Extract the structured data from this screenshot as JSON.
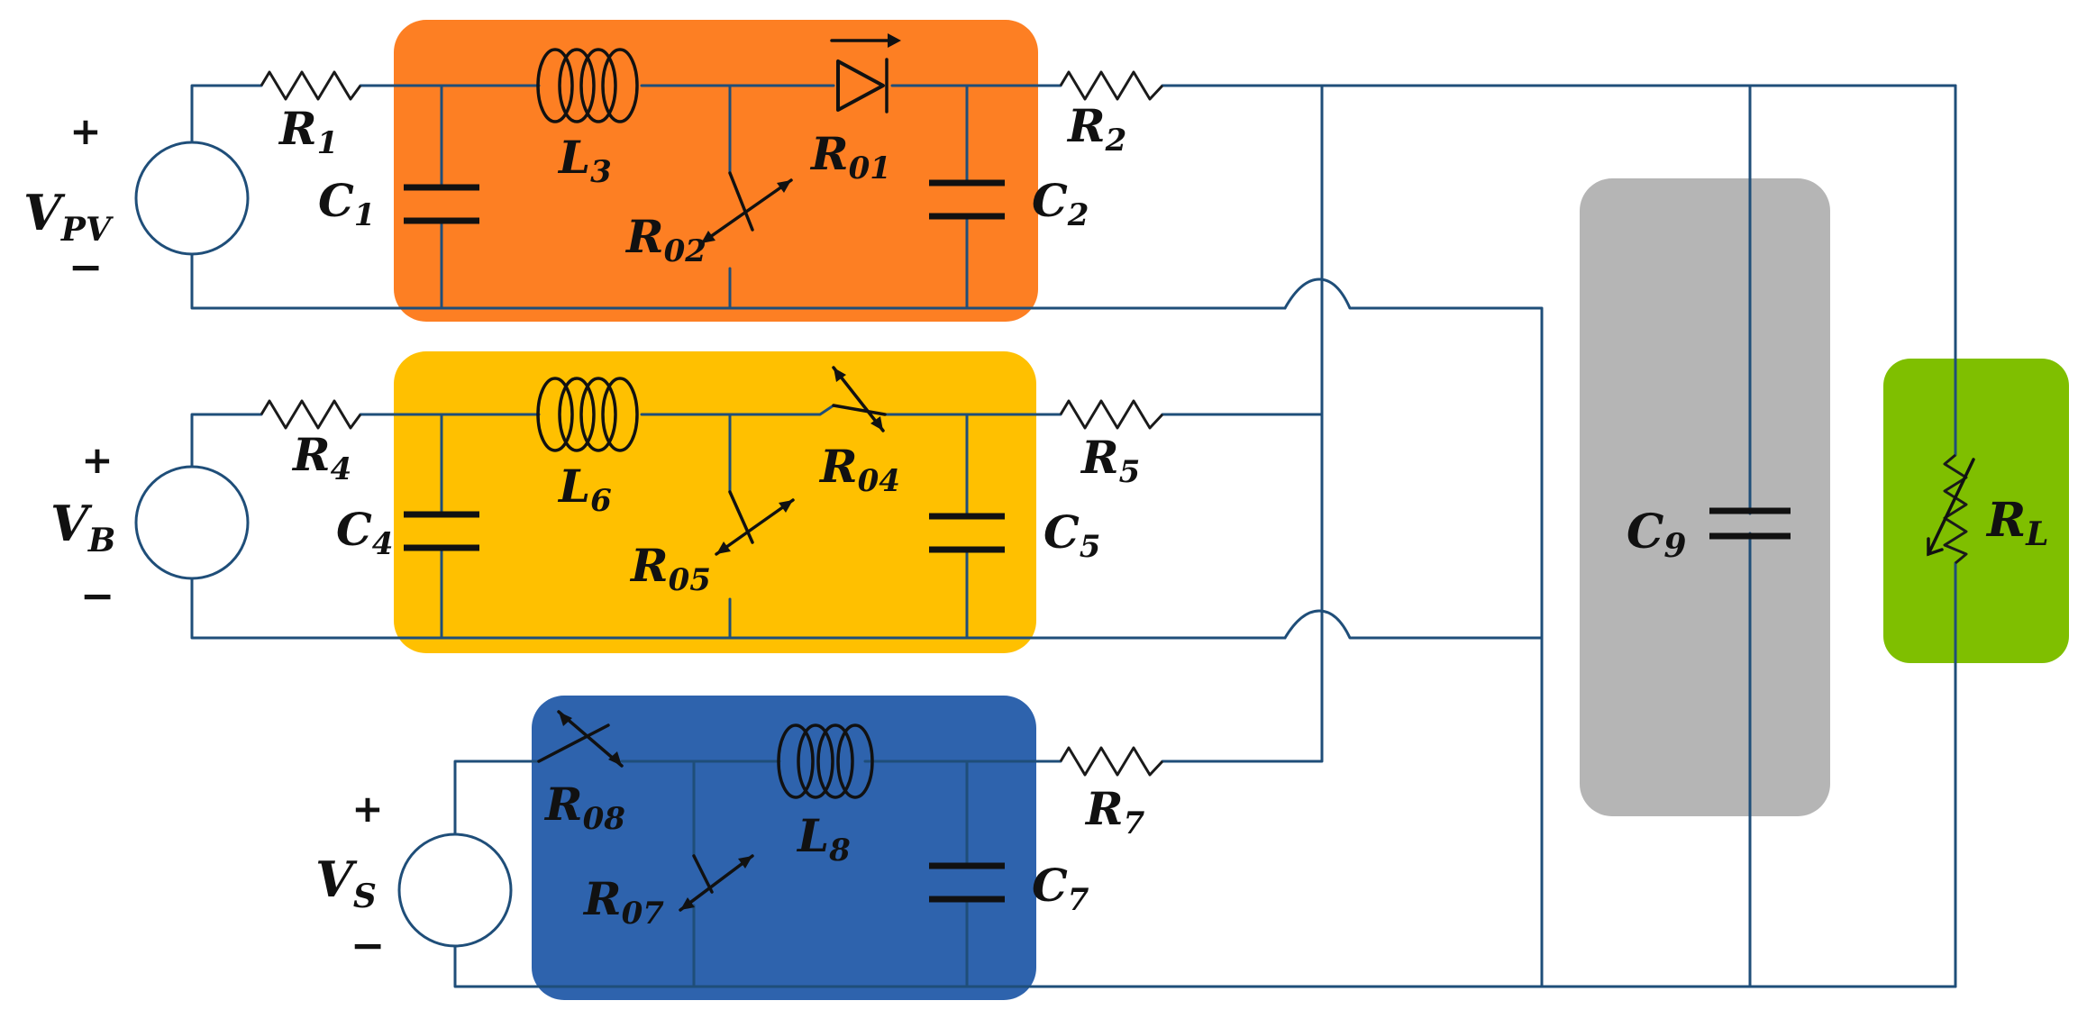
{
  "diagram": {
    "blocks": [
      {
        "id": "pv-converter",
        "color": "#fd7f23"
      },
      {
        "id": "battery-converter",
        "color": "#ffc000"
      },
      {
        "id": "supercap-converter",
        "color": "#2e63ad"
      },
      {
        "id": "dc-link-capacitor",
        "color": "#b5b5b5"
      },
      {
        "id": "load",
        "color": "#7fbf00"
      }
    ],
    "sources": {
      "pv": {
        "plus": "+",
        "minus": "−",
        "name": "V",
        "sub": "PV"
      },
      "battery": {
        "plus": "+",
        "minus": "−",
        "name": "V",
        "sub": "B"
      },
      "supercap": {
        "plus": "+",
        "minus": "−",
        "name": "V",
        "sub": "S"
      }
    },
    "labels": {
      "R1": {
        "name": "R",
        "sub": "1"
      },
      "C1": {
        "name": "C",
        "sub": "1"
      },
      "L3": {
        "name": "L",
        "sub": "3"
      },
      "R01": {
        "name": "R",
        "sub": "01"
      },
      "R02": {
        "name": "R",
        "sub": "02"
      },
      "C2": {
        "name": "C",
        "sub": "2"
      },
      "R2": {
        "name": "R",
        "sub": "2"
      },
      "R4": {
        "name": "R",
        "sub": "4"
      },
      "C4": {
        "name": "C",
        "sub": "4"
      },
      "L6": {
        "name": "L",
        "sub": "6"
      },
      "R04": {
        "name": "R",
        "sub": "04"
      },
      "R05": {
        "name": "R",
        "sub": "05"
      },
      "C5": {
        "name": "C",
        "sub": "5"
      },
      "R5": {
        "name": "R",
        "sub": "5"
      },
      "R08": {
        "name": "R",
        "sub": "08"
      },
      "L8": {
        "name": "L",
        "sub": "8"
      },
      "R07": {
        "name": "R",
        "sub": "07"
      },
      "C7": {
        "name": "C",
        "sub": "7"
      },
      "R7": {
        "name": "R",
        "sub": "7"
      },
      "C9": {
        "name": "C",
        "sub": "9"
      },
      "RL": {
        "name": "R",
        "sub": "L"
      }
    }
  }
}
